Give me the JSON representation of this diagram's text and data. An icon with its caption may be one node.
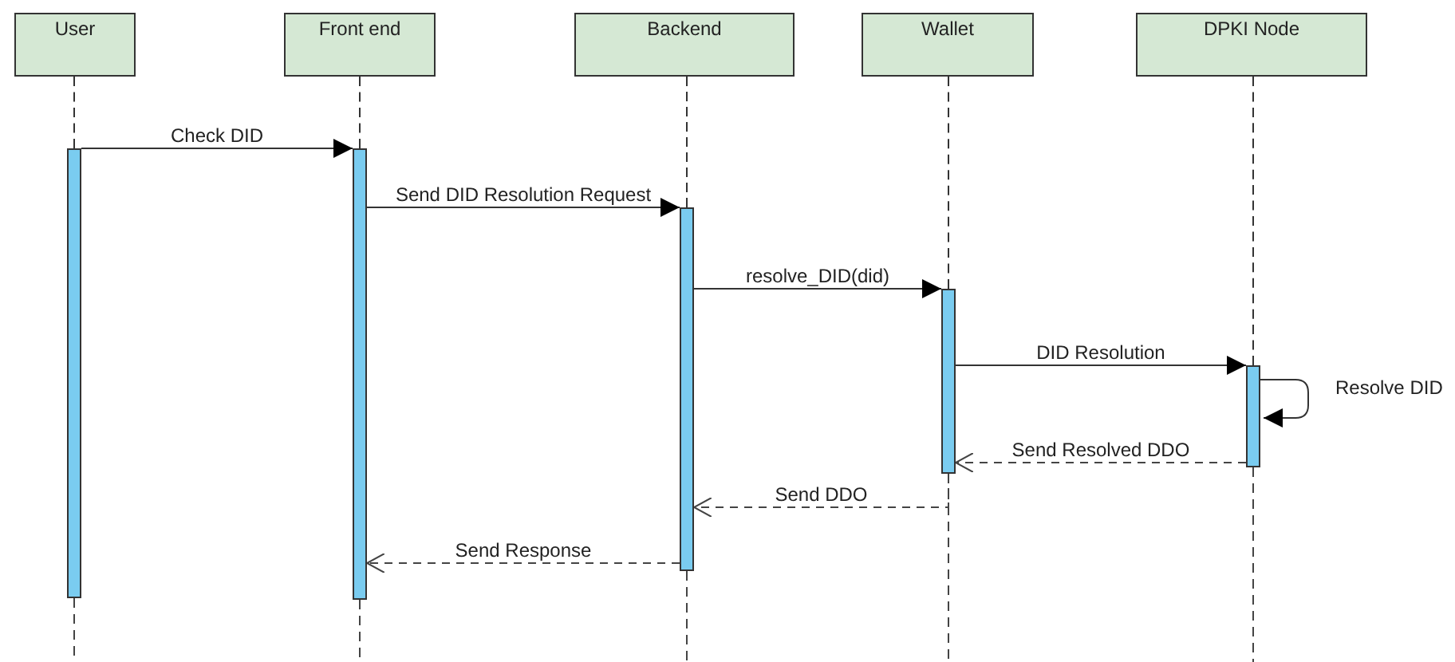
{
  "diagram": {
    "nodes": [
      {
        "text": [
          "User"
        ]
      },
      {
        "text": [
          "Front end"
        ]
      },
      {
        "text": [
          "Backend"
        ]
      },
      {
        "text": [
          "Wallet"
        ]
      },
      {
        "text": [
          "DPKI Node"
        ]
      },
      {
        "text": [],
        "shape": "bar"
      },
      {
        "text": [],
        "shape": "bar"
      },
      {
        "text": [],
        "shape": "bar"
      },
      {
        "text": [],
        "shape": "bar"
      },
      {
        "text": [],
        "shape": "bar"
      }
    ],
    "edges": [
      {
        "from": 0,
        "to": 5,
        "arrow": "none",
        "style": "dashed"
      },
      {
        "from": 1,
        "to": 6,
        "arrow": "none",
        "style": "dashed"
      },
      {
        "from": 2,
        "to": 7,
        "arrow": "none",
        "style": "dashed"
      },
      {
        "from": 3,
        "to": 8,
        "arrow": "none",
        "style": "dashed"
      },
      {
        "from": 4,
        "to": 9,
        "arrow": "none",
        "style": "dashed"
      },
      {
        "from": 5,
        "to": 6,
        "arrow": "to",
        "label": "Check DID"
      },
      {
        "from": 6,
        "to": 7,
        "arrow": "to",
        "label": "Send DID Resolution Request"
      },
      {
        "from": 7,
        "to": 8,
        "arrow": "to",
        "label": "resolve_DID(did)"
      },
      {
        "from": 8,
        "to": 9,
        "arrow": "to",
        "label": "DID Resolution"
      },
      {
        "from": 9,
        "to": 9,
        "arrow": "to",
        "label": "Resolve DID"
      },
      {
        "from": 9,
        "to": 8,
        "arrow": "to",
        "label": "Send Resolved DDO",
        "style": "dashed"
      },
      {
        "from": 8,
        "to": 7,
        "arrow": "to",
        "label": "Send DDO",
        "style": "dashed"
      },
      {
        "from": 7,
        "to": 6,
        "arrow": "to",
        "label": "Send Response",
        "style": "dashed"
      }
    ]
  }
}
